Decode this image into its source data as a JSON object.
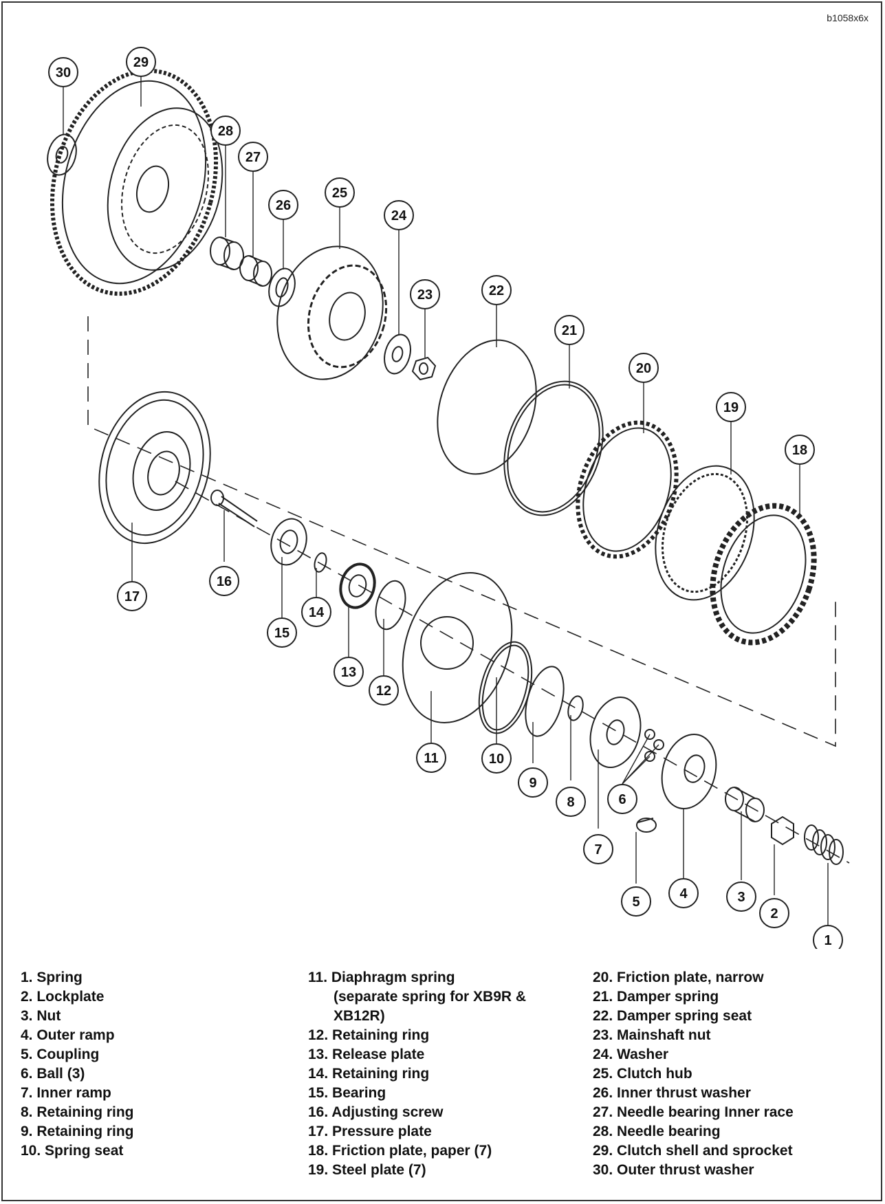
{
  "figure_id": "b1058x6x",
  "legend": {
    "col1": [
      "1. Spring",
      "2. Lockplate",
      "3. Nut",
      "4. Outer ramp",
      "5. Coupling",
      "6. Ball (3)",
      "7. Inner ramp",
      "8. Retaining ring",
      "9. Retaining ring",
      "10. Spring seat"
    ],
    "col2": [
      "11. Diaphragm spring",
      "(separate spring for XB9R &",
      "XB12R)",
      "12. Retaining ring",
      "13. Release plate",
      "14. Retaining ring",
      "15. Bearing",
      "16. Adjusting screw",
      "17. Pressure plate",
      "18. Friction plate, paper (7)",
      "19. Steel plate (7)"
    ],
    "col3": [
      "20. Friction plate, narrow",
      "21. Damper spring",
      "22. Damper spring seat",
      "23. Mainshaft nut",
      "24. Washer",
      "25. Clutch hub",
      "26. Inner thrust washer",
      "27. Needle bearing Inner race",
      "28. Needle bearing",
      "29. Clutch shell and sprocket",
      "30. Outer thrust washer"
    ]
  },
  "callouts": [
    "1",
    "2",
    "3",
    "4",
    "5",
    "6",
    "7",
    "8",
    "9",
    "10",
    "11",
    "12",
    "13",
    "14",
    "15",
    "16",
    "17",
    "18",
    "19",
    "20",
    "21",
    "22",
    "23",
    "24",
    "25",
    "26",
    "27",
    "28",
    "29",
    "30"
  ]
}
